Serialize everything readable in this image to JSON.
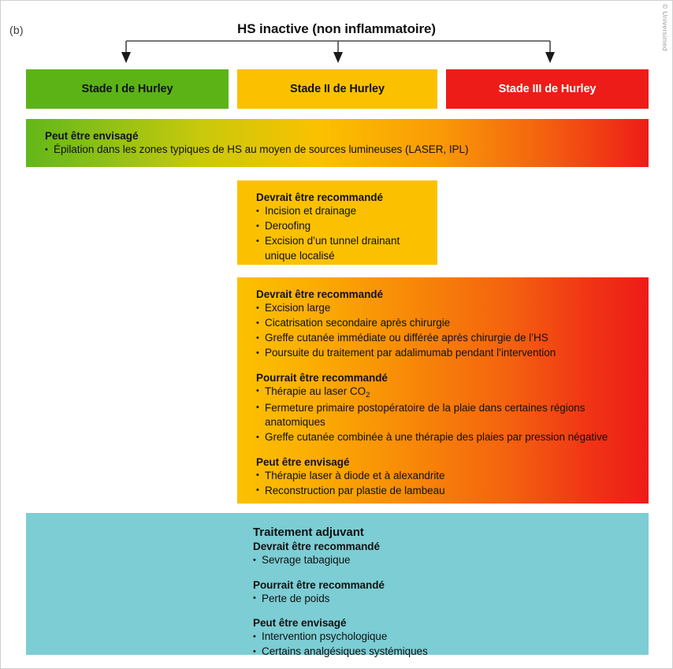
{
  "figure": {
    "panel_label": "(b)",
    "copyright": "© Universimed",
    "heading": "HS inactive (non inflammatoire)"
  },
  "stages": [
    {
      "id": "stage-1",
      "label": "Stade I de Hurley",
      "color": "#5cb316",
      "text_color": "#111111"
    },
    {
      "id": "stage-2",
      "label": "Stade II de Hurley",
      "color": "#fbc100",
      "text_color": "#111111"
    },
    {
      "id": "stage-3",
      "label": "Stade III de Hurley",
      "color": "#ed1c18",
      "text_color": "#ffffff"
    }
  ],
  "bands": {
    "all_stages": {
      "heading": "Peut être envisagé",
      "items": [
        "Épilation dans les zones typiques de HS au moyen de sources lumineuses (LASER, IPL)"
      ]
    },
    "stage2": {
      "heading": "Devrait être recommandé",
      "items": [
        "Incision et drainage",
        "Deroofing",
        "Excision d’un tunnel drainant unique localisé"
      ]
    },
    "stage3": {
      "group1_heading": "Devrait être recommandé",
      "group1_items": [
        "Excision large",
        "Cicatrisation secondaire après chirurgie",
        "Greffe cutanée immédiate ou différée après chirurgie de l’HS",
        "Poursuite du traitement par adalimumab pendant l’intervention"
      ],
      "group2_heading": "Pourrait être recommandé",
      "group2_items_1": "Thérapie au laser CO",
      "group2_items_1_sub": "2",
      "group2_items": [
        "Fermeture primaire postopératoire de la plaie dans certaines régions anatomiques",
        "Greffe cutanée combinée à une thérapie des plaies par pression négative"
      ],
      "group3_heading": "Peut être envisagé",
      "group3_items": [
        "Thérapie laser à diode et à alexandrite",
        "Reconstruction par plastie de lambeau"
      ]
    },
    "adjuvant": {
      "title": "Traitement adjuvant",
      "group1_heading": "Devrait être recommandé",
      "group1_items": [
        "Sevrage tabagique"
      ],
      "group2_heading": "Pourrait être recommandé",
      "group2_items": [
        "Perte de poids"
      ],
      "group3_heading": "Peut être envisagé",
      "group3_items": [
        "Intervention psychologique",
        "Certains analgésiques systémiques"
      ]
    }
  },
  "colors": {
    "green": "#5cb316",
    "yellow": "#fbc100",
    "red": "#ed1c18",
    "cyan": "#7ccdd4",
    "connector": "#4a4a4a"
  }
}
